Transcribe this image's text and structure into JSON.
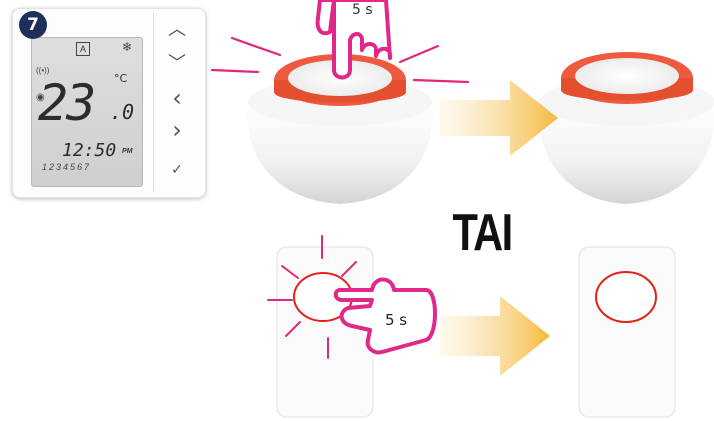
{
  "step": {
    "number": "7"
  },
  "thermostat": {
    "temperature_main": "23",
    "temperature_decimal": ".0",
    "unit": "°C",
    "mode_indicator": "A",
    "fan_icon": "snowflake-icon",
    "time": "12:50",
    "ampm": "PM",
    "days": "1234567",
    "buttons": [
      {
        "icon": "chevron-up-icon",
        "glyph": "︿"
      },
      {
        "icon": "chevron-down-icon",
        "glyph": "﹀"
      },
      {
        "icon": "chevron-left-icon",
        "glyph": "‹"
      },
      {
        "icon": "chevron-right-icon",
        "glyph": "›"
      },
      {
        "icon": "check-icon",
        "glyph": "✓"
      }
    ]
  },
  "gateway": {
    "press_duration_top": "5 s",
    "ring_color": "#ee5a3f",
    "flash_color": "#e0287a"
  },
  "answer_label": "TAI",
  "switch": {
    "press_duration_bottom": "5 s",
    "ring_color": "#e2221c",
    "flash_color": "#e0287a",
    "hand_color": "#e0288a"
  },
  "arrow_color": "#f5c04c"
}
